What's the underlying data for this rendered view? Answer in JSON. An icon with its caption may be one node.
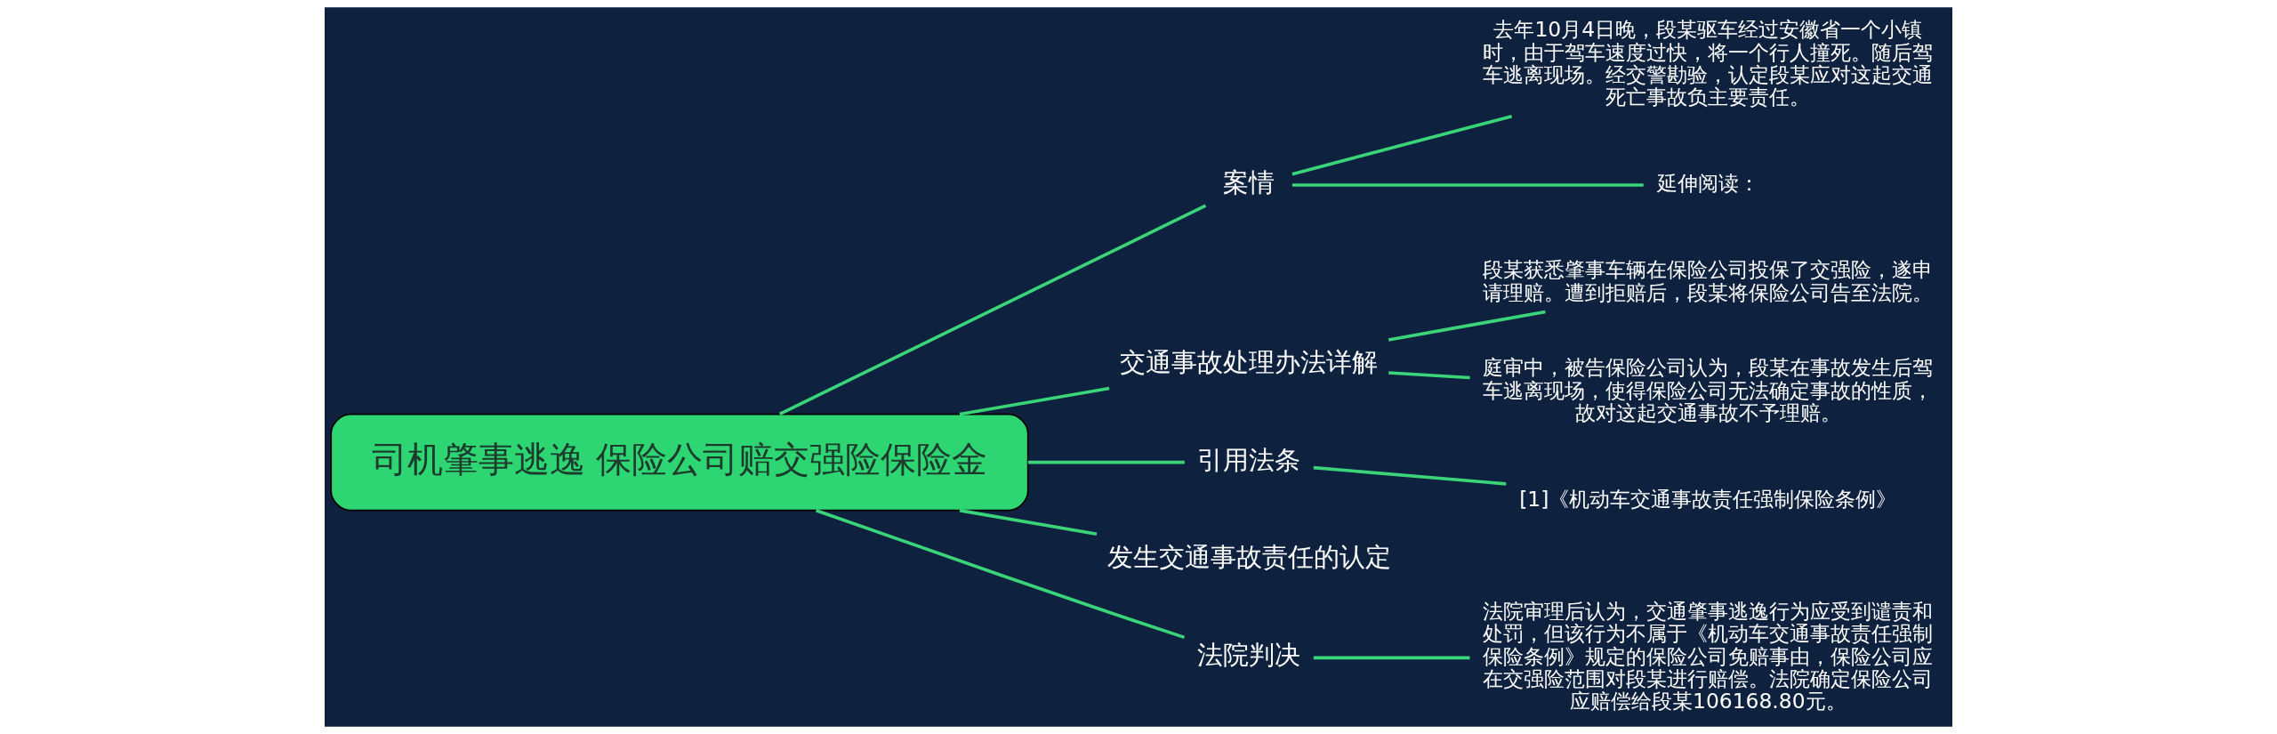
{
  "diagram": {
    "nodes": [
      {
        "text": [
          "司机肇事逃逸 保险公司赔交强险保险金"
        ]
      },
      {
        "text": [
          "案情"
        ]
      },
      {
        "text": [
          "去年10月4日晚，段某驱车经过安徽省一个小镇时，由于驾车速度过快，将一个行人撞死。随后驾车逃离现场。经交警勘验，认定段某应对这起交通死亡事故负主要责任。"
        ]
      },
      {
        "text": [
          "延伸阅读："
        ]
      },
      {
        "text": [
          "交通事故处理办法详解"
        ]
      },
      {
        "text": [
          "段某获悉肇事车辆在保险公司投保了交强险，遂申请理赔。遭到拒赔后，段某将保险公司告至法院。"
        ]
      },
      {
        "text": [
          "庭审中，被告保险公司认为，段某在事故发生后驾车逃离现场，使得保险公司无法确定事故的性质，故对这起交通事故不予理赔。"
        ]
      },
      {
        "text": [
          "引用法条"
        ]
      },
      {
        "text": [
          "[1]《机动车交通事故责任强制保险条例》"
        ]
      },
      {
        "text": [
          "发生交通事故责任的认定"
        ]
      },
      {
        "text": [
          "法院判决"
        ]
      },
      {
        "text": [
          "法院审理后认为，交通肇事逃逸行为应受到谴责和处罚，但该行为不属于《机动车交通事故责任强制保险条例》规定的保险公司免赔事由，保险公司应在交强险范围对段某进行赔偿。法院确定保险公司应赔偿给段某106168.80元。"
        ]
      }
    ],
    "edges": [
      {
        "from": 0,
        "to": 1,
        "arrow": "none"
      },
      {
        "from": 1,
        "to": 2,
        "arrow": "none"
      },
      {
        "from": 1,
        "to": 3,
        "arrow": "none"
      },
      {
        "from": 0,
        "to": 4,
        "arrow": "none"
      },
      {
        "from": 4,
        "to": 5,
        "arrow": "none"
      },
      {
        "from": 4,
        "to": 6,
        "arrow": "none"
      },
      {
        "from": 0,
        "to": 7,
        "arrow": "none"
      },
      {
        "from": 7,
        "to": 8,
        "arrow": "none"
      },
      {
        "from": 0,
        "to": 9,
        "arrow": "none"
      },
      {
        "from": 0,
        "to": 10,
        "arrow": "none"
      },
      {
        "from": 10,
        "to": 11,
        "arrow": "none"
      }
    ]
  }
}
